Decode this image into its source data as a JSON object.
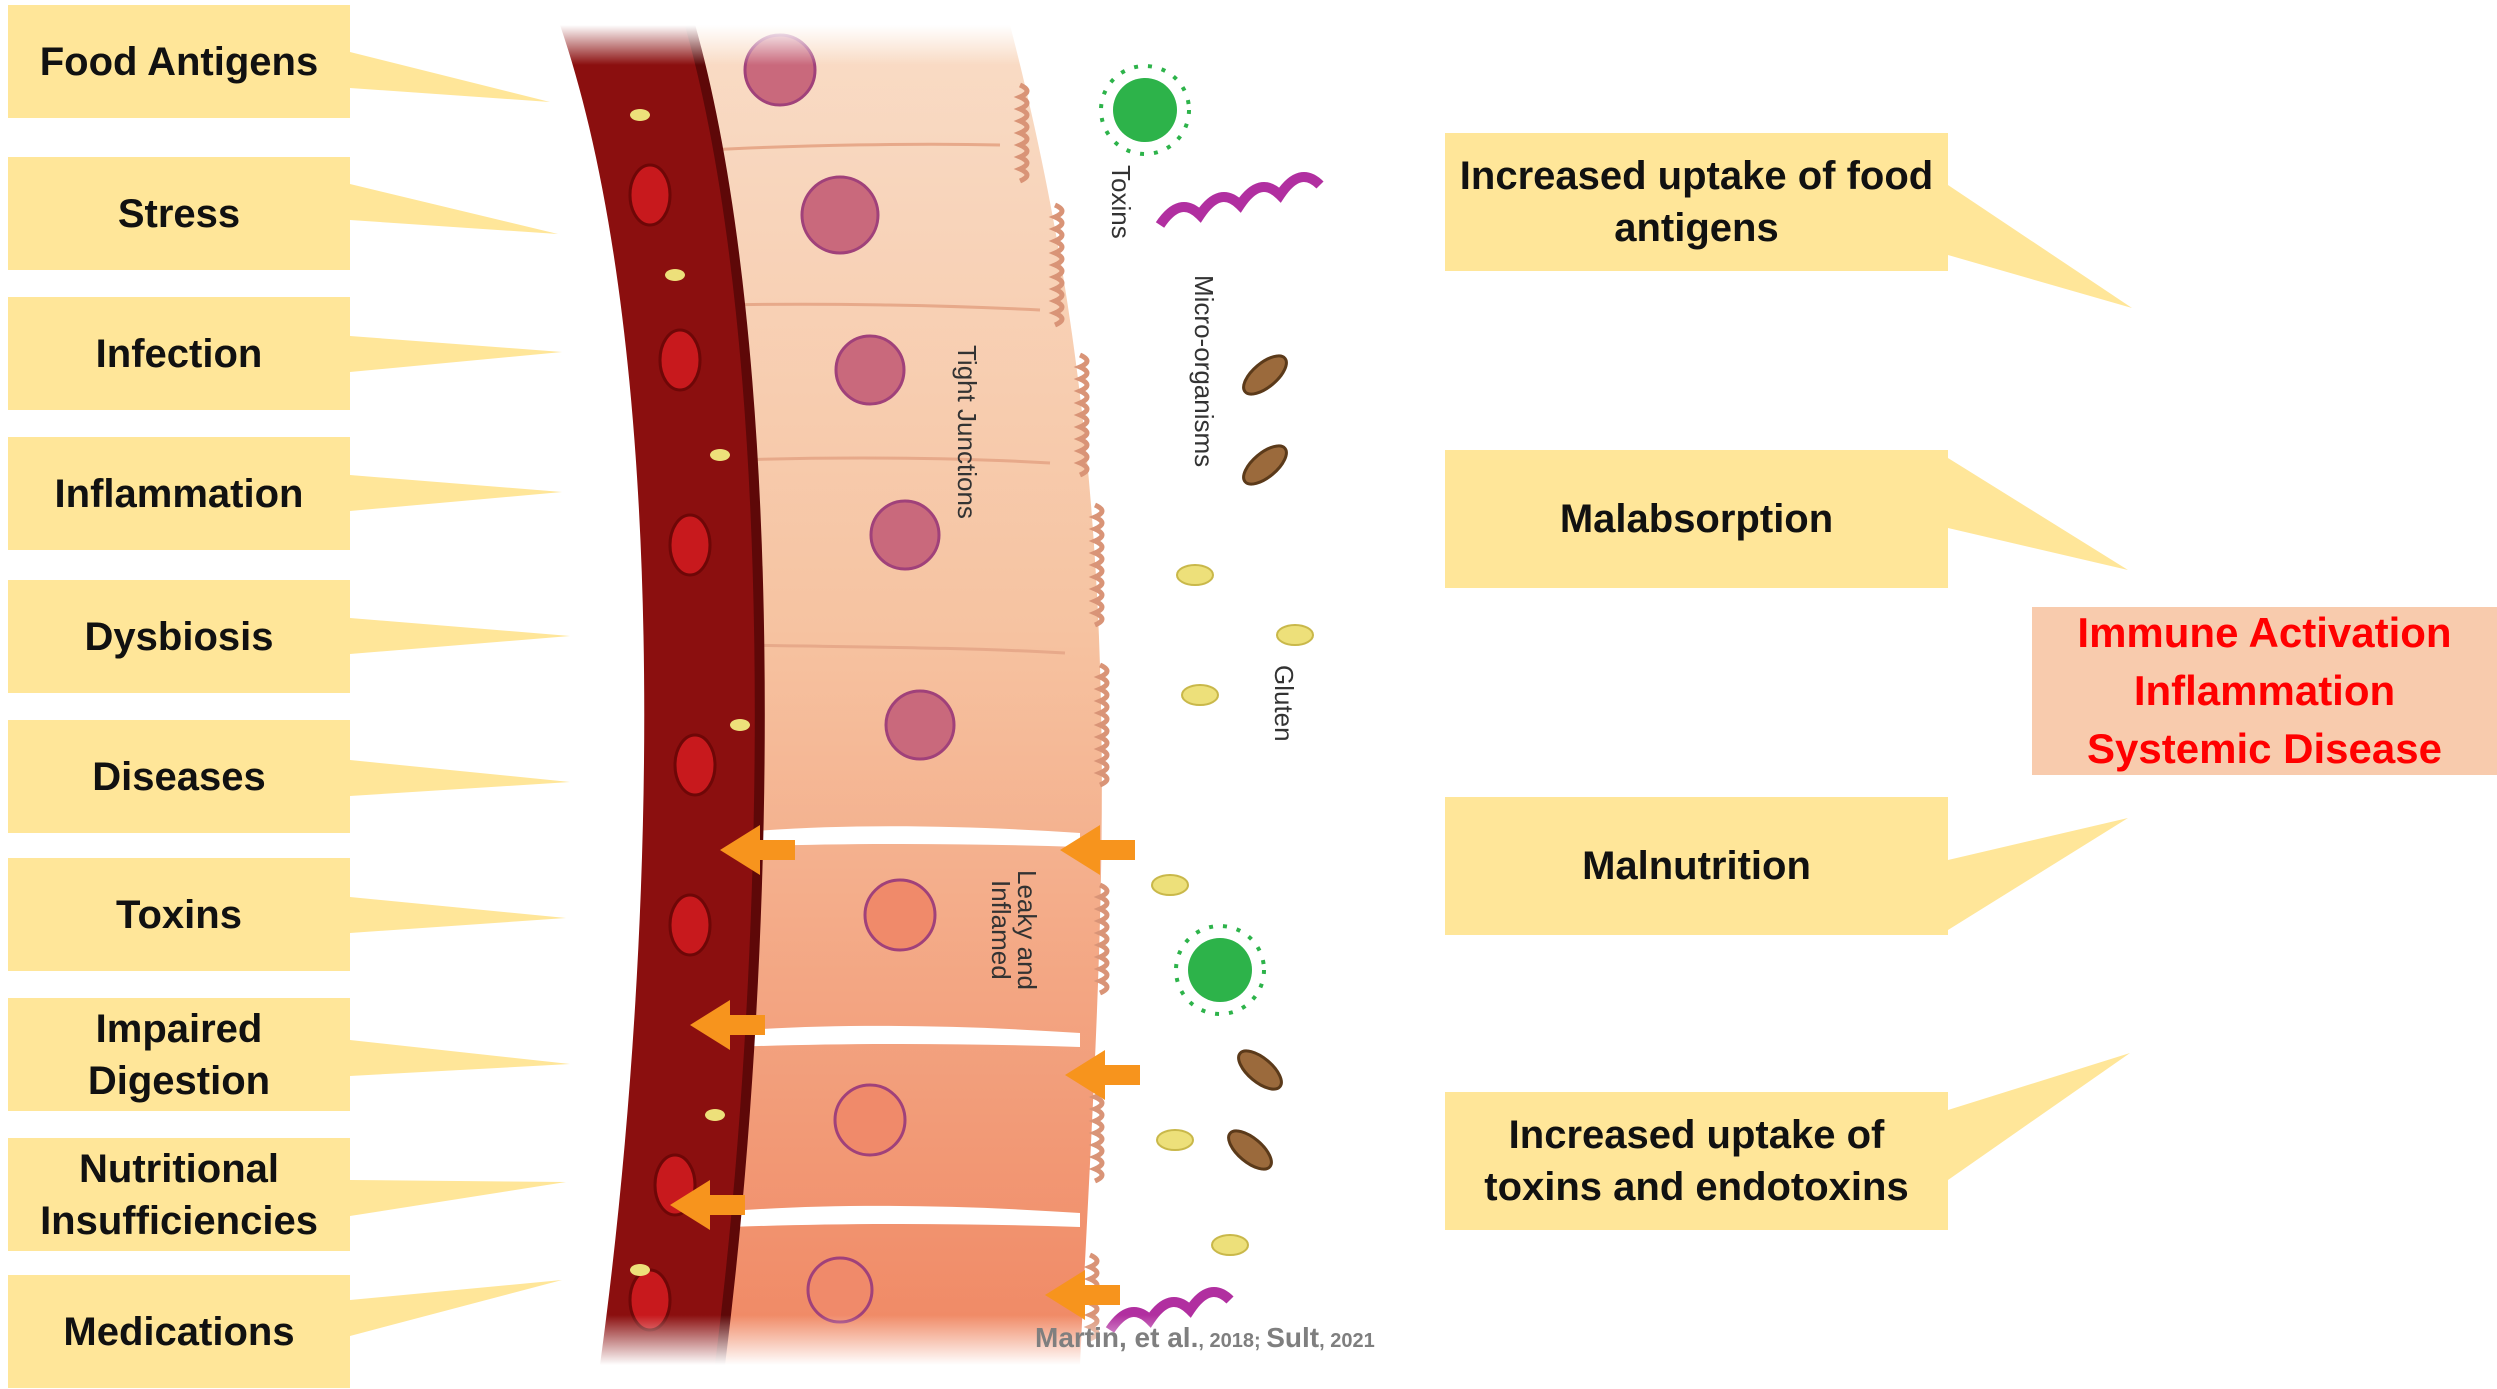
{
  "causes": [
    "Food Antigens",
    "Stress",
    "Infection",
    "Inflammation",
    "Dysbiosis",
    "Diseases",
    "Toxins",
    "Impaired Digestion",
    "Nutritional Insufficiencies",
    "Medications"
  ],
  "effects": [
    "Increased uptake of food antigens",
    "Malabsorption",
    "Malnutrition",
    "Increased uptake of toxins and endotoxins"
  ],
  "outcome": {
    "line1": "Immune Activation",
    "line2": "Inflammation",
    "line3": "Systemic Disease"
  },
  "illustration_labels": {
    "toxins": "Toxins",
    "micro_organisms": "Micro-organisms",
    "tight_junctions": "Tight Junctions",
    "gluten": "Gluten",
    "leaky_line1": "Leaky and",
    "leaky_line2": "Inflamed"
  },
  "citation": {
    "author1": "Martin, et al.",
    "year1": ", 2018; ",
    "author2": "Sult",
    "year2": ", 2021"
  },
  "colors": {
    "callout_fill": "#FFE699",
    "outcome_fill": "#F8CBAD",
    "outcome_text": "#FF0000",
    "blood_vessel": "#8B0F0F",
    "arrow": "#F7941D"
  }
}
